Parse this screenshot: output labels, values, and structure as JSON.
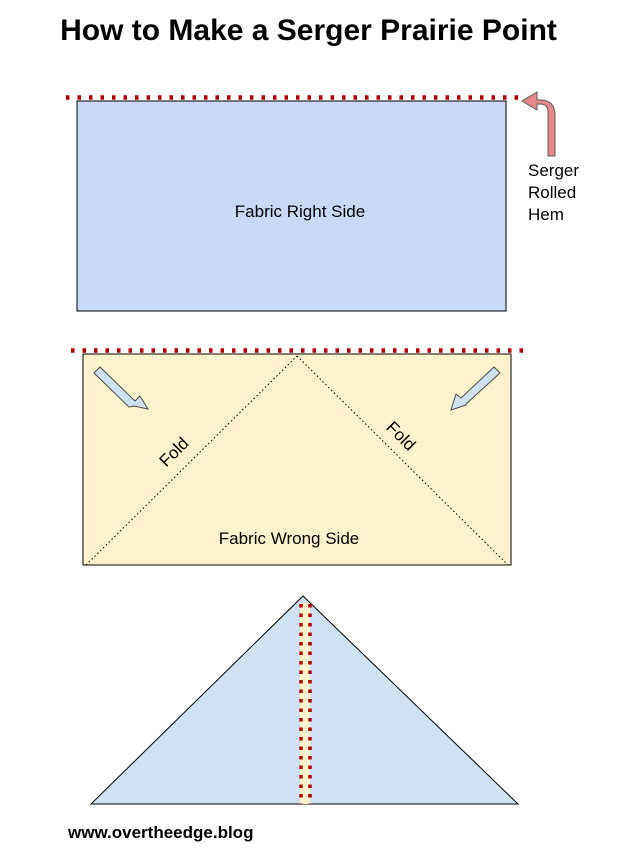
{
  "title": "How to Make a Serger Prairie Point",
  "colors": {
    "fabric_right": "#c9daf8",
    "fabric_wrong": "#fff2cc",
    "triangle": "#cfe2f3",
    "stitch": "#b00000",
    "arrow_red": "#e6898a",
    "arrow_blue": "#cfe2f3",
    "outline": "#000000"
  },
  "step1": {
    "fabric_label": "Fabric Right Side",
    "annotation_lines": [
      "Serger",
      "Rolled",
      "Hem"
    ],
    "annotation_icon": "curved-arrow-icon"
  },
  "step2": {
    "fabric_label": "Fabric Wrong Side",
    "fold_left_label": "Fold",
    "fold_right_label": "Fold",
    "arrow_icons": [
      "arrow-down-right-icon",
      "arrow-down-left-icon"
    ]
  },
  "step3": {
    "shape": "prairie-point-triangle"
  },
  "footer": "www.overtheedge.blog"
}
